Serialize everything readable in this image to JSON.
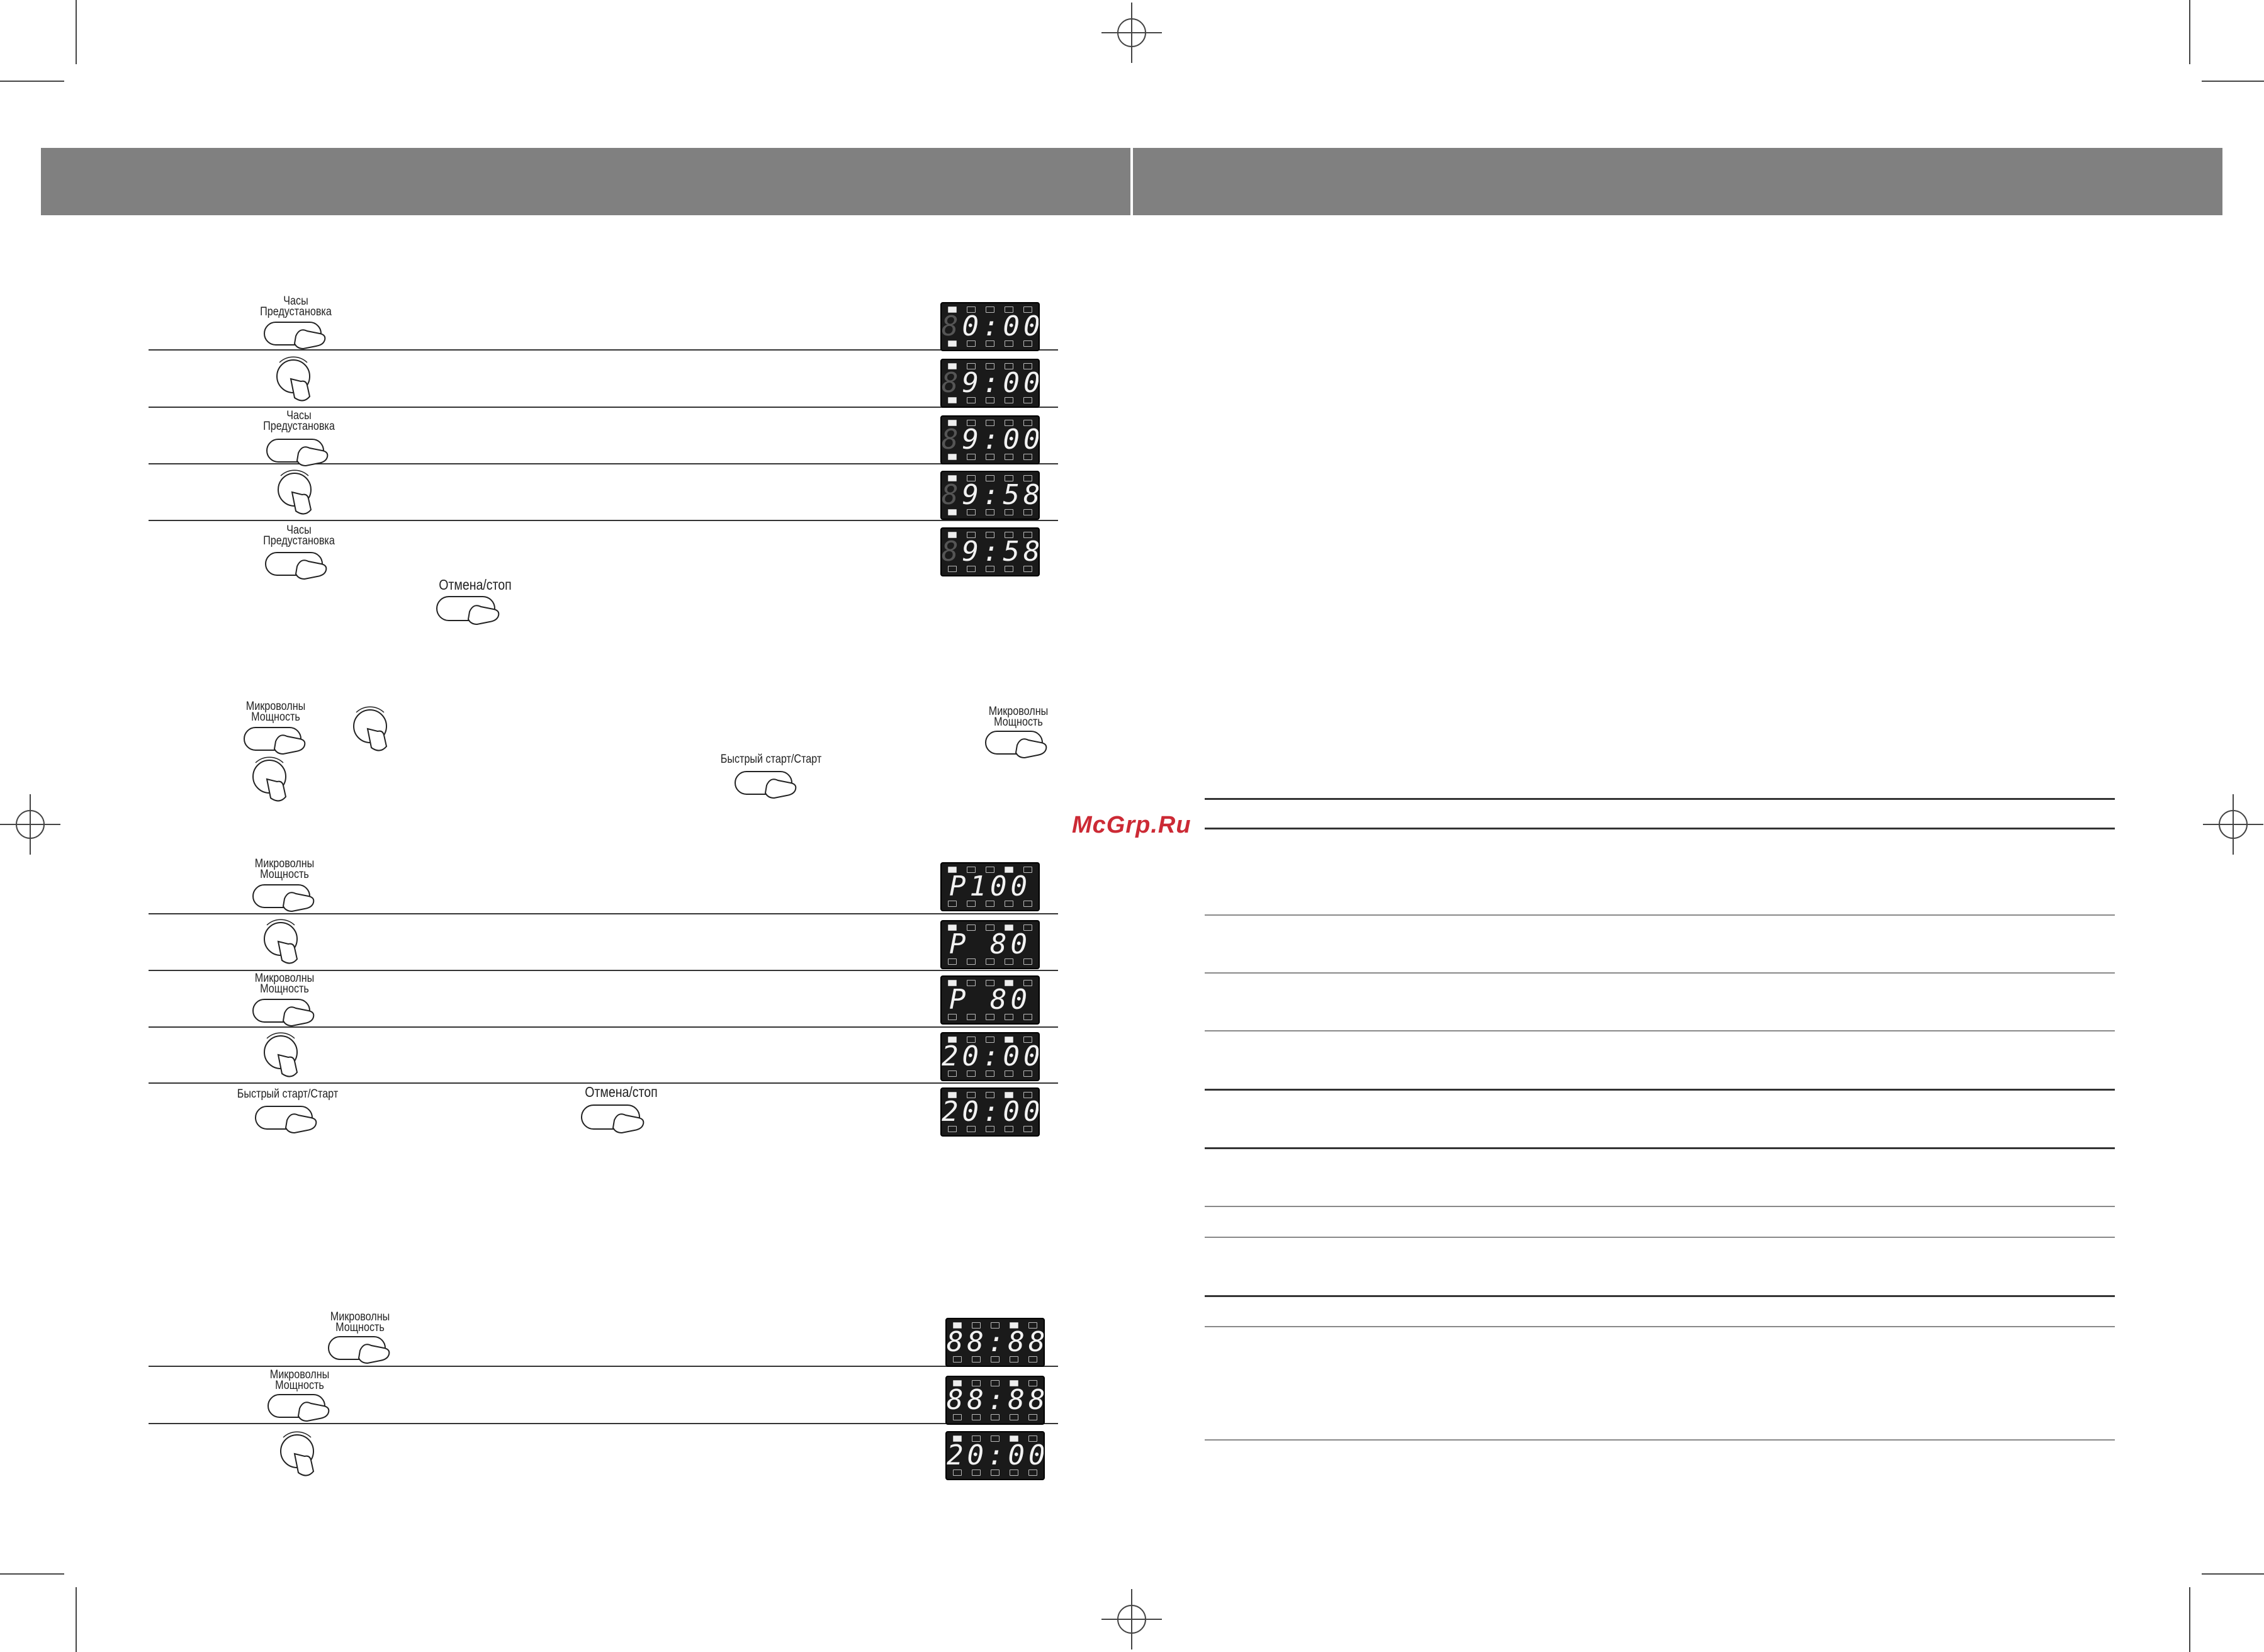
{
  "labels": {
    "clock_preset": [
      "Часы",
      "Предустановка"
    ],
    "microwave_power": [
      "Микроволны",
      "Мощность"
    ],
    "microwave_only": [
      "Микроволны",
      "Мощность"
    ],
    "cancel_stop": "Отмена/стоп",
    "quick_start": "Быстрый старт/Старт"
  },
  "displays": {
    "clock": [
      "0:00",
      "9:00",
      "9:00",
      "9:58",
      "9:58"
    ],
    "clock_lead": [
      "8",
      "8",
      "8",
      "8",
      "8"
    ],
    "power": [
      "P100",
      "P 80",
      "P 80",
      "20:00",
      "20:00"
    ],
    "third": [
      "88:88",
      "88:88",
      "20:00"
    ]
  },
  "watermark": "McGrp.Ru"
}
